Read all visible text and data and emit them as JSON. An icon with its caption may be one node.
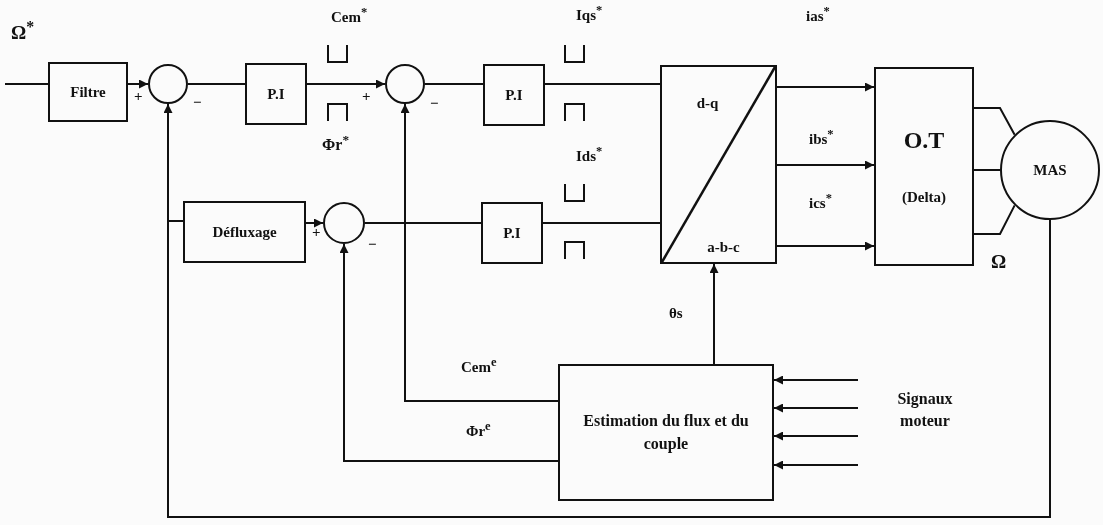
{
  "diagram": {
    "nodes": [
      {
        "text": [
          "Filtre"
        ]
      },
      {
        "text": [],
        "shape": "circle"
      },
      {
        "text": [
          "P.I"
        ]
      },
      {
        "text": [],
        "shape": "circle"
      },
      {
        "text": [
          "P.I"
        ]
      },
      {
        "text": [
          "d-q",
          "a-b-c"
        ]
      },
      {
        "text": [
          "O.T",
          "(Delta)"
        ]
      },
      {
        "text": [
          "MAS"
        ]
      },
      {
        "text": [
          "Défluxage"
        ]
      },
      {
        "text": [],
        "shape": "circle"
      },
      {
        "text": [
          "P.I"
        ]
      },
      {
        "text": [
          "Estimation du flux et du couple"
        ]
      },
      {
        "text": [
          "Signaux moteur"
        ]
      }
    ],
    "edges": [
      {
        "from": null,
        "to": 0,
        "arrow": "none",
        "label": "Ω$^{*}$"
      },
      {
        "from": 0,
        "to": 1,
        "arrow": "to"
      },
      {
        "from": 1,
        "to": 2,
        "arrow": "none"
      },
      {
        "from": 2,
        "to": 3,
        "arrow": "to",
        "label": "Cem$^{*}$"
      },
      {
        "from": 3,
        "to": 4,
        "arrow": "none"
      },
      {
        "from": 4,
        "to": 5,
        "arrow": "none",
        "label": "Iqs$^{*}$"
      },
      {
        "from": 8,
        "to": 9,
        "arrow": "to"
      },
      {
        "from": 9,
        "to": 10,
        "arrow": "none"
      },
      {
        "from": 10,
        "to": 5,
        "arrow": "none",
        "label": "Ids$^{*}$"
      },
      {
        "from": 5,
        "to": 6,
        "arrow": "to",
        "label": "ias$^{*}$"
      },
      {
        "from": 5,
        "to": 6,
        "arrow": "to",
        "label": "ibs$^{*}$"
      },
      {
        "from": 5,
        "to": 6,
        "arrow": "to",
        "label": "ics$^{*}$"
      },
      {
        "from": 6,
        "to": 7,
        "arrow": "none"
      },
      {
        "from": 6,
        "to": 7,
        "arrow": "none"
      },
      {
        "from": 6,
        "to": 7,
        "arrow": "none"
      },
      {
        "from": 7,
        "to": 1,
        "arrow": "to",
        "label": "Ω"
      },
      {
        "from": 7,
        "to": 8,
        "arrow": "none"
      },
      {
        "from": 11,
        "to": 3,
        "arrow": "to",
        "label": "Cem$^{e}$"
      },
      {
        "from": 11,
        "to": 9,
        "arrow": "to",
        "label": "Φr$^{e}$"
      },
      {
        "from": 11,
        "to": 5,
        "arrow": "to",
        "label": "θs"
      },
      {
        "from": 12,
        "to": 11,
        "arrow": "to"
      },
      {
        "from": 12,
        "to": 11,
        "arrow": "to"
      },
      {
        "from": 12,
        "to": 11,
        "arrow": "to"
      },
      {
        "from": 12,
        "to": 11,
        "arrow": "to"
      }
    ],
    "labels": [
      "+",
      "−",
      "+",
      "−",
      "Φr$^{*}$",
      "+",
      "−"
    ]
  }
}
